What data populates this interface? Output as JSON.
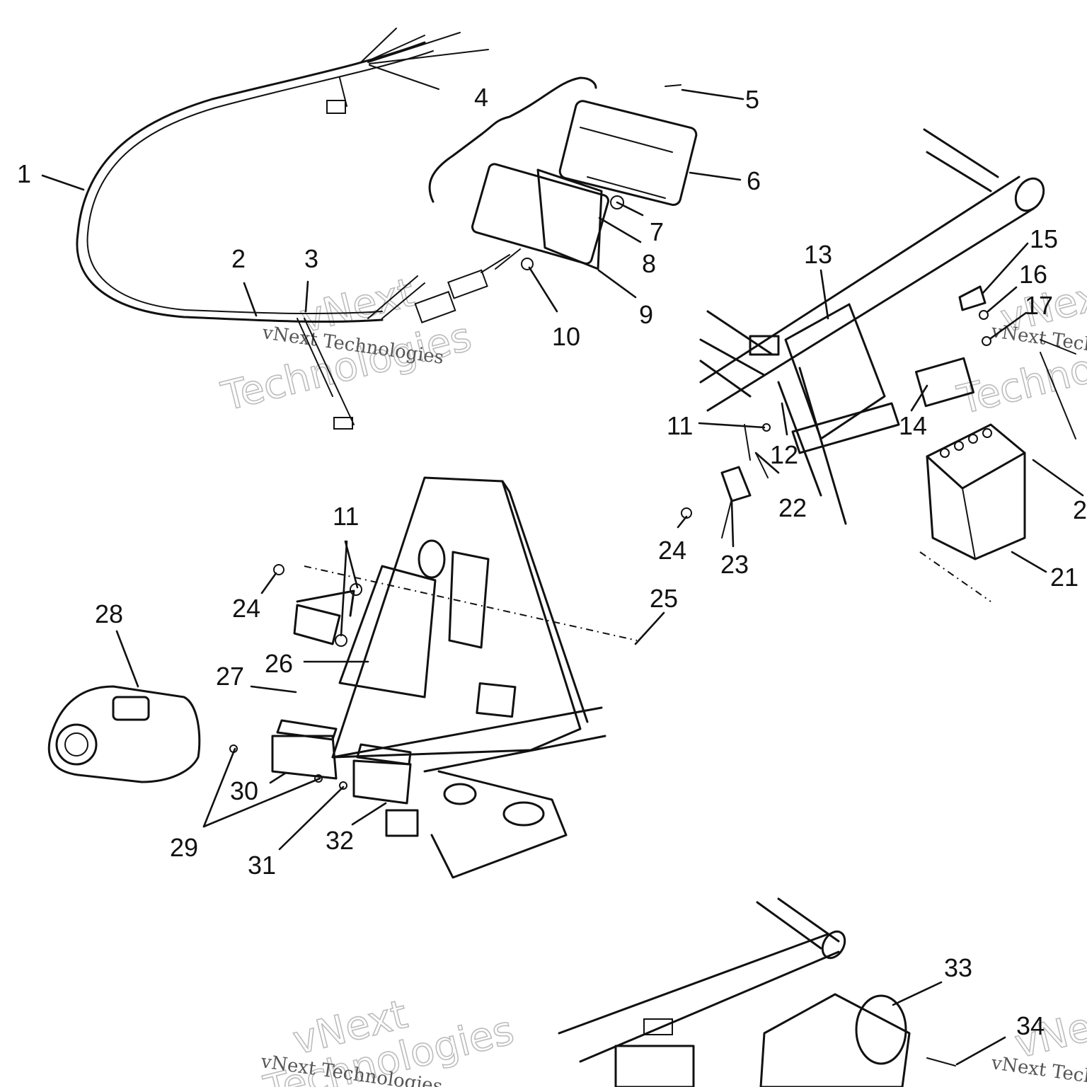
{
  "callouts": [
    {
      "id": "c1",
      "text": "1"
    },
    {
      "id": "c2",
      "text": "2"
    },
    {
      "id": "c3",
      "text": "3"
    },
    {
      "id": "c4",
      "text": "4"
    },
    {
      "id": "c5",
      "text": "5"
    },
    {
      "id": "c6",
      "text": "6"
    },
    {
      "id": "c7",
      "text": "7"
    },
    {
      "id": "c8",
      "text": "8"
    },
    {
      "id": "c9",
      "text": "9"
    },
    {
      "id": "c10",
      "text": "10"
    },
    {
      "id": "c11a",
      "text": "11"
    },
    {
      "id": "c11b",
      "text": "11"
    },
    {
      "id": "c12",
      "text": "12"
    },
    {
      "id": "c13",
      "text": "13"
    },
    {
      "id": "c14",
      "text": "14"
    },
    {
      "id": "c15",
      "text": "15"
    },
    {
      "id": "c16",
      "text": "16"
    },
    {
      "id": "c17",
      "text": "17"
    },
    {
      "id": "c20",
      "text": "2"
    },
    {
      "id": "c21",
      "text": "21"
    },
    {
      "id": "c22",
      "text": "22"
    },
    {
      "id": "c23",
      "text": "23"
    },
    {
      "id": "c24a",
      "text": "24"
    },
    {
      "id": "c24b",
      "text": "24"
    },
    {
      "id": "c25",
      "text": "25"
    },
    {
      "id": "c26",
      "text": "26"
    },
    {
      "id": "c27",
      "text": "27"
    },
    {
      "id": "c28",
      "text": "28"
    },
    {
      "id": "c29",
      "text": "29"
    },
    {
      "id": "c30",
      "text": "30"
    },
    {
      "id": "c31",
      "text": "31"
    },
    {
      "id": "c32",
      "text": "32"
    },
    {
      "id": "c33",
      "text": "33"
    },
    {
      "id": "c34",
      "text": "34"
    }
  ],
  "watermarks": {
    "brand_big": "vNext",
    "tech_big": "Technologies",
    "line_small": "vNext Technologies"
  }
}
